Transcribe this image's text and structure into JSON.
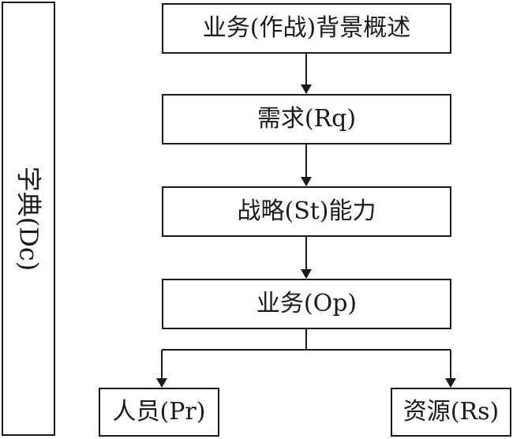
{
  "dictionary_label": "字典(Dc)",
  "nodes": {
    "background": "业务(作战)背景概述",
    "requirements": "需求(Rq)",
    "capability": "战略(St)能力",
    "operations": "业务(Op)",
    "personnel": "人员(Pr)",
    "resources": "资源(Rs)"
  }
}
